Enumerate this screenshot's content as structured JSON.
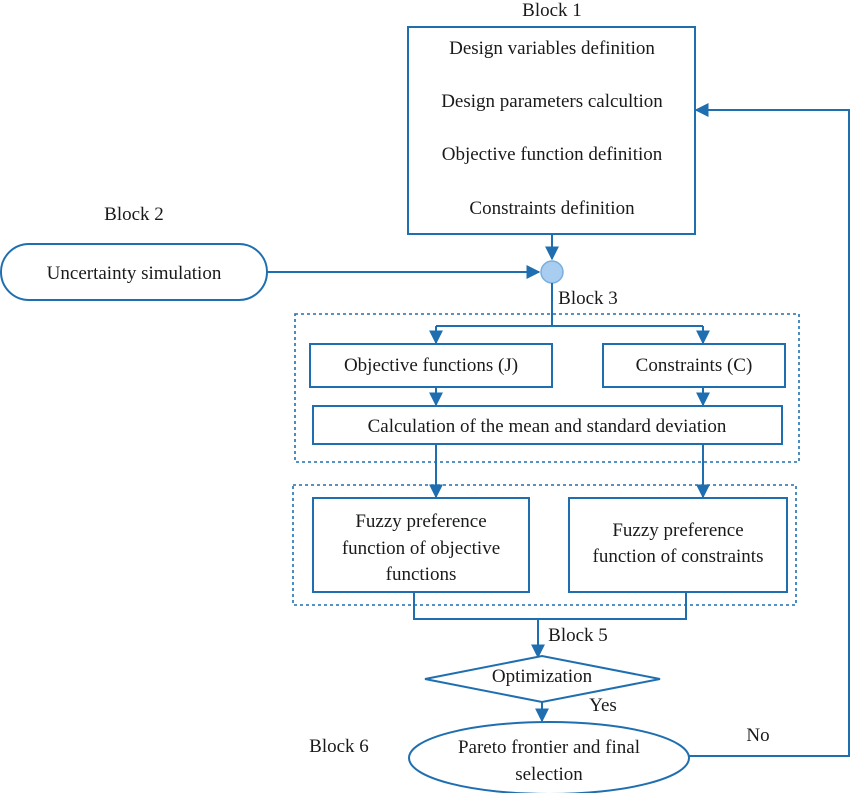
{
  "block_labels": {
    "block1": "Block 1",
    "block2": "Block 2",
    "block3": "Block 3",
    "block5": "Block 5",
    "block6": "Block 6"
  },
  "block1_lines": [
    "Design variables definition",
    "Design parameters calcultion",
    "Objective function definition",
    "Constraints definition"
  ],
  "uncertainty": "Uncertainty simulation",
  "objective_functions": "Objective functions (J)",
  "constraints": "Constraints (C)",
  "mean_std": "Calculation of the mean and standard deviation",
  "fuzzy_obj": [
    "Fuzzy preference",
    "function of objective",
    "functions"
  ],
  "fuzzy_con": [
    "Fuzzy preference",
    "function of constraints"
  ],
  "optimization": "Optimization",
  "yes": "Yes",
  "no": "No",
  "pareto": [
    "Pareto frontier and final",
    "selection"
  ],
  "colors": {
    "stroke": "#1f6fb0",
    "junction_fill": "#a9cdf0"
  }
}
